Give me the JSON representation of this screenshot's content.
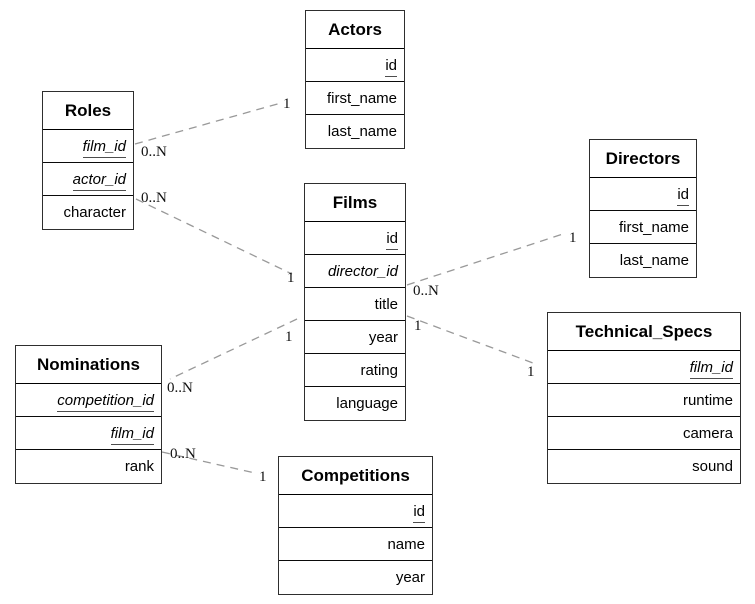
{
  "diagram_type": "entity-relationship",
  "colors": {
    "relationship_line": "#999999",
    "table_border": "#2e2e2e",
    "text": "#000000"
  },
  "tables": [
    {
      "title": "Actors",
      "fields": [
        {
          "name": "id",
          "key": "pk"
        },
        {
          "name": "first_name",
          "key": "none"
        },
        {
          "name": "last_name",
          "key": "none"
        }
      ]
    },
    {
      "title": "Roles",
      "fields": [
        {
          "name": "film_id",
          "key": "pk-fk"
        },
        {
          "name": "actor_id",
          "key": "pk-fk"
        },
        {
          "name": "character",
          "key": "none"
        }
      ]
    },
    {
      "title": "Films",
      "fields": [
        {
          "name": "id",
          "key": "pk"
        },
        {
          "name": "director_id",
          "key": "fk"
        },
        {
          "name": "title",
          "key": "none"
        },
        {
          "name": "year",
          "key": "none"
        },
        {
          "name": "rating",
          "key": "none"
        },
        {
          "name": "language",
          "key": "none"
        }
      ]
    },
    {
      "title": "Directors",
      "fields": [
        {
          "name": "id",
          "key": "pk"
        },
        {
          "name": "first_name",
          "key": "none"
        },
        {
          "name": "last_name",
          "key": "none"
        }
      ]
    },
    {
      "title": "Technical_Specs",
      "fields": [
        {
          "name": "film_id",
          "key": "pk-fk"
        },
        {
          "name": "runtime",
          "key": "none"
        },
        {
          "name": "camera",
          "key": "none"
        },
        {
          "name": "sound",
          "key": "none"
        }
      ]
    },
    {
      "title": "Nominations",
      "fields": [
        {
          "name": "competition_id",
          "key": "pk-fk"
        },
        {
          "name": "film_id",
          "key": "pk-fk"
        },
        {
          "name": "rank",
          "key": "none"
        }
      ]
    },
    {
      "title": "Competitions",
      "fields": [
        {
          "name": "id",
          "key": "pk"
        },
        {
          "name": "name",
          "key": "none"
        },
        {
          "name": "year",
          "key": "none"
        }
      ]
    }
  ],
  "connections": [
    {
      "from": "Roles",
      "to": "Actors",
      "from_card": "0..N",
      "to_card": "1"
    },
    {
      "from": "Roles",
      "to": "Films",
      "from_card": "0..N",
      "to_card": "1"
    },
    {
      "from": "Films",
      "to": "Directors",
      "from_card": "0..N",
      "to_card": "1"
    },
    {
      "from": "Films",
      "to": "Technical_Specs",
      "from_card": "1",
      "to_card": "1"
    },
    {
      "from": "Nominations",
      "to": "Films",
      "from_card": "0..N",
      "to_card": "1"
    },
    {
      "from": "Nominations",
      "to": "Competitions",
      "from_card": "0..N",
      "to_card": "1"
    }
  ]
}
